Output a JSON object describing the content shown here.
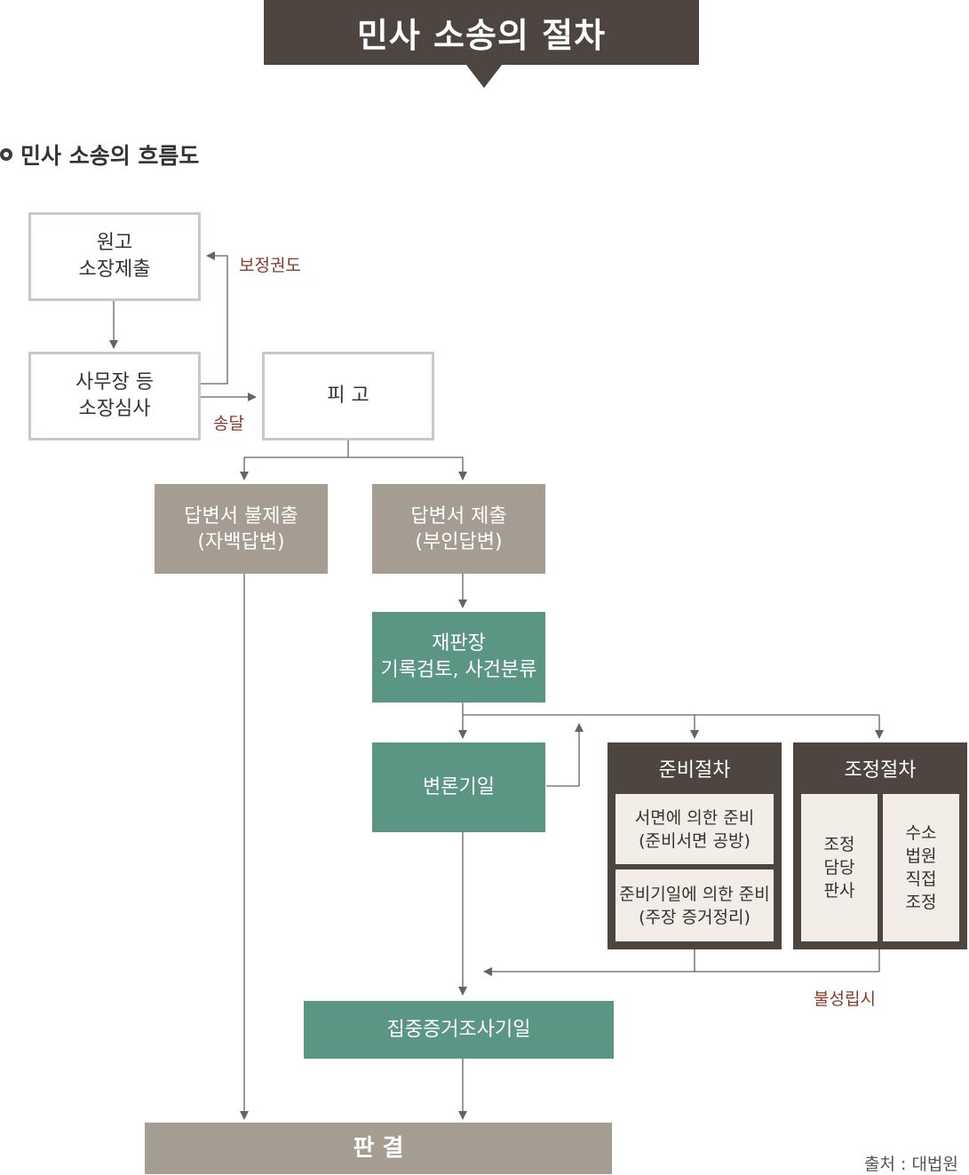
{
  "title": "민사 소송의 절차",
  "subtitle": "민사 소송의 흐름도",
  "nodes": {
    "plaintiff": "원고\n소장제출",
    "clerk_review": "사무장 등\n소장심사",
    "defendant": "피 고",
    "no_answer": "답변서 불제출\n(자백답변)",
    "answer": "답변서 제출\n(부인답변)",
    "judge_review": "재판장\n기록검토, 사건분류",
    "hearing": "변론기일",
    "concentrated": "집중증거조사기일",
    "judgment": "판 결"
  },
  "preparation": {
    "title": "준비절차",
    "written": "서면에 의한 준비\n(준비서면 공방)",
    "date": "준비기일에 의한 준비\n(주장 증거정리)"
  },
  "mediation": {
    "title": "조정절차",
    "judge": "조정\n담당\n판사",
    "court": "수소\n법원\n직접\n조정"
  },
  "labels": {
    "correction": "보정권도",
    "delivery": "송달",
    "failure": "불성립시"
  },
  "source": "출처 : 대법원",
  "colors": {
    "dark": "#4e4541",
    "gray": "#a59c92",
    "green": "#5b9584",
    "cream": "#f2ede7",
    "outline": "#cdc7c1",
    "label": "#8a3a2a"
  }
}
